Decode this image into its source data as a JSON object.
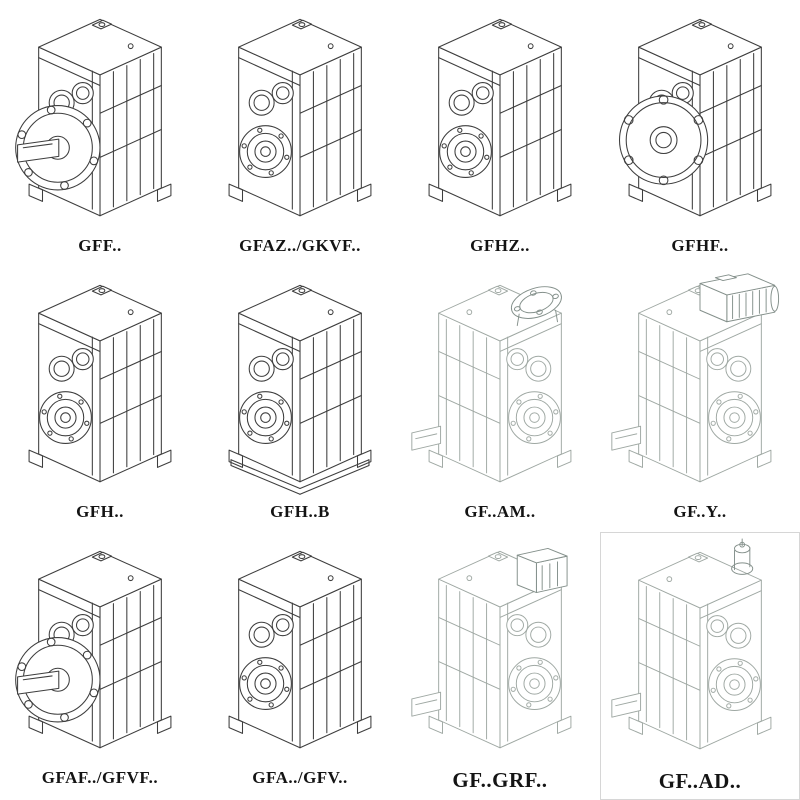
{
  "page": {
    "background": "#ffffff",
    "colors": {
      "solid_line": "#3e3e3e",
      "phantom_line": "#9fa8a3",
      "feature_line": "#84908b"
    }
  },
  "cells": [
    {
      "label": "GFF..",
      "drawing": "gearbox-flange-output-shaft",
      "style": "solid"
    },
    {
      "label": "GFAZ../GKVF..",
      "drawing": "gearbox-hollow-shaft",
      "style": "solid"
    },
    {
      "label": "GFHZ..",
      "drawing": "gearbox-hollow-shaft",
      "style": "solid"
    },
    {
      "label": "GFHF..",
      "drawing": "gearbox-output-flange",
      "style": "solid"
    },
    {
      "label": "GFH..",
      "drawing": "gearbox-hollow-shaft",
      "style": "solid"
    },
    {
      "label": "GFH..B",
      "drawing": "gearbox-hollow-shaft-base",
      "style": "solid"
    },
    {
      "label": "GF..AM..",
      "drawing": "gearbox-motor-flange-mount",
      "style": "phantom"
    },
    {
      "label": "GF..Y..",
      "drawing": "gearbox-with-motor",
      "style": "phantom"
    },
    {
      "label": "GFAF../GFVF..",
      "drawing": "gearbox-flange-output-shaft",
      "style": "solid"
    },
    {
      "label": "GFA../GFV..",
      "drawing": "gearbox-hollow-shaft",
      "style": "solid"
    },
    {
      "label": "GF..GRF..",
      "drawing": "gearbox-input-adapter",
      "style": "phantom"
    },
    {
      "label": "GF..AD..",
      "drawing": "gearbox-input-shaft-adapter",
      "style": "phantom"
    }
  ]
}
